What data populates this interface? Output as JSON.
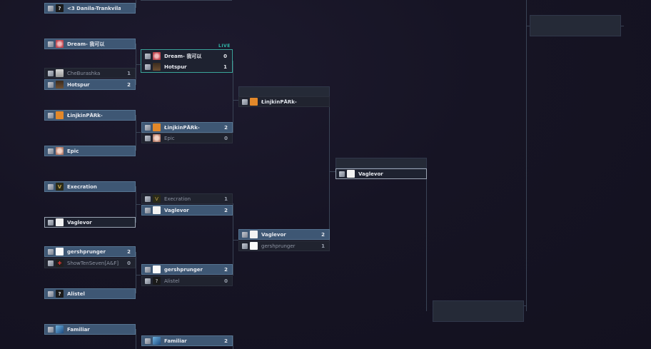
{
  "live_label": "LIVE",
  "round1": [
    {
      "name": "<3 Danila-Trankvila",
      "avatar": "?",
      "status": "win",
      "score": ""
    },
    {
      "name": "Dream- 我可以",
      "avatar": "",
      "status": "win",
      "score": ""
    },
    {
      "name": "CheBurashka",
      "avatar": "",
      "status": "lose",
      "score": "1"
    },
    {
      "name": "Hotspur",
      "avatar": "",
      "status": "win",
      "score": "2"
    },
    {
      "name": "ŁinjkinPÅRk-",
      "avatar": "",
      "status": "win",
      "score": ""
    },
    {
      "name": "Epic",
      "avatar": "",
      "status": "win",
      "score": ""
    },
    {
      "name": "Execration",
      "avatar": "V",
      "status": "win",
      "score": ""
    },
    {
      "name": "Vaglevor",
      "avatar": "",
      "status": "dark",
      "score": ""
    },
    {
      "name": "gershprunger",
      "avatar": "",
      "status": "win",
      "score": "2"
    },
    {
      "name": "ShowTenSeven[A&F]",
      "avatar": "✚",
      "status": "lose",
      "score": "0"
    },
    {
      "name": "Alistel",
      "avatar": "?",
      "status": "win",
      "score": ""
    },
    {
      "name": "Familiar",
      "avatar": "",
      "status": "win",
      "score": ""
    }
  ],
  "round2": [
    {
      "name": "Dream- 我可以",
      "status": "dark",
      "score": "0"
    },
    {
      "name": "Hotspur",
      "status": "dark",
      "score": "1"
    },
    {
      "name": "ŁinjkinPÅRk-",
      "status": "win",
      "score": "2"
    },
    {
      "name": "Epic",
      "status": "lose",
      "score": "0"
    },
    {
      "name": "Execration",
      "status": "lose",
      "score": "1"
    },
    {
      "name": "Vaglevor",
      "status": "win",
      "score": "2"
    },
    {
      "name": "gershprunger",
      "status": "win",
      "score": "2"
    },
    {
      "name": "Alistel",
      "status": "lose",
      "score": "0"
    },
    {
      "name": "Familiar",
      "status": "win",
      "score": "2"
    }
  ],
  "round3": [
    {
      "name": "ŁinjkinPÅRk-",
      "status": "lose",
      "score": ""
    },
    {
      "name": "Vaglevor",
      "status": "win",
      "score": "2"
    },
    {
      "name": "gershprunger",
      "status": "lose",
      "score": "1"
    }
  ],
  "round4": [
    {
      "name": "Vaglevor",
      "status": "dark",
      "score": ""
    }
  ]
}
